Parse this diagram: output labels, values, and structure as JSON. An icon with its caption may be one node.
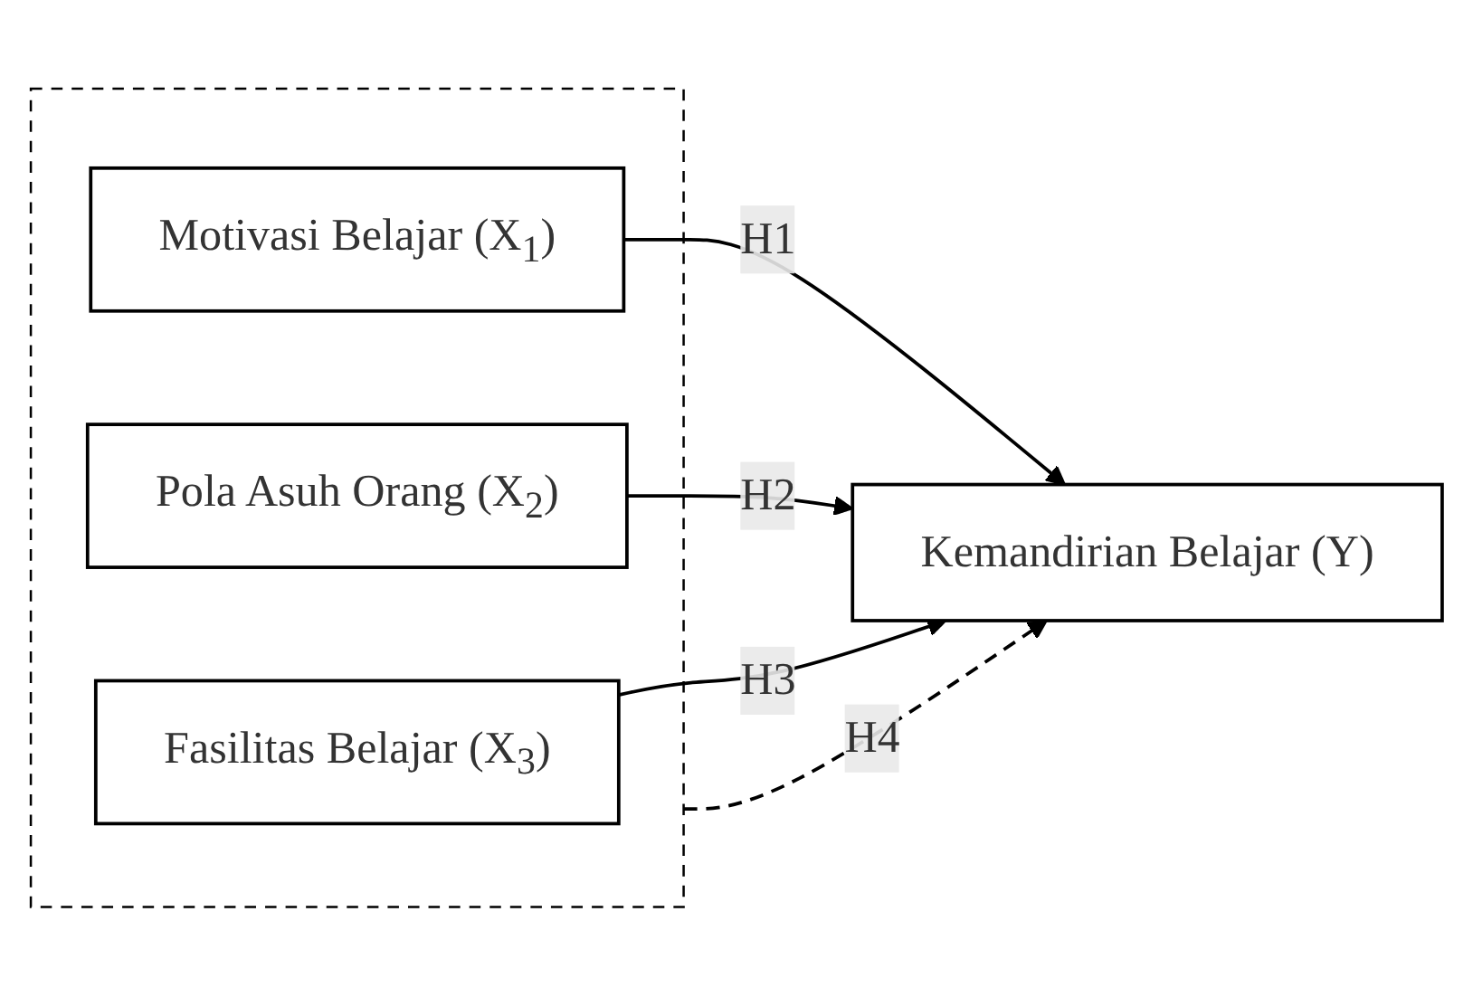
{
  "diagram": {
    "nodes": [
      {
        "text": [],
        "shape": "box"
      },
      {
        "text": [
          "Motivasi Belajar (X$_{1}$)"
        ],
        "in": 0
      },
      {
        "text": [
          "Pola Asuh Orang (X$_{2}$)"
        ],
        "in": 0
      },
      {
        "text": [
          "Fasilitas Belajar (X$_{3}$)"
        ],
        "in": 0
      },
      {
        "text": [
          "Kemandirian Belajar (Y)"
        ]
      }
    ],
    "edges": [
      {
        "from": 1,
        "to": 4,
        "arrow": "to",
        "label": "H1"
      },
      {
        "from": 2,
        "to": 4,
        "arrow": "to",
        "label": "H2"
      },
      {
        "from": 3,
        "to": 4,
        "arrow": "to",
        "label": "H3"
      },
      {
        "from": 0,
        "to": 4,
        "arrow": "to",
        "label": "H4",
        "style": "dashed"
      }
    ]
  }
}
